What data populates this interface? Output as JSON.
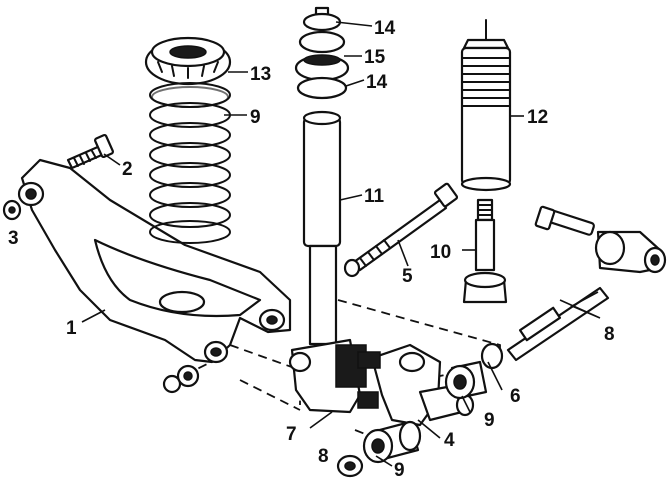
{
  "callouts": [
    {
      "id": "c1",
      "text": "1"
    },
    {
      "id": "c2",
      "text": "2"
    },
    {
      "id": "c3",
      "text": "3"
    },
    {
      "id": "c4",
      "text": "4"
    },
    {
      "id": "c5",
      "text": "5"
    },
    {
      "id": "c6",
      "text": "6"
    },
    {
      "id": "c7",
      "text": "7"
    },
    {
      "id": "c8a",
      "text": "8"
    },
    {
      "id": "c8b",
      "text": "8"
    },
    {
      "id": "c9a",
      "text": "9"
    },
    {
      "id": "c9b",
      "text": "9"
    },
    {
      "id": "c9c",
      "text": "9"
    },
    {
      "id": "c10",
      "text": "10"
    },
    {
      "id": "c11",
      "text": "11"
    },
    {
      "id": "c12",
      "text": "12"
    },
    {
      "id": "c13",
      "text": "13"
    },
    {
      "id": "c14a",
      "text": "14"
    },
    {
      "id": "c14b",
      "text": "14"
    },
    {
      "id": "c15",
      "text": "15"
    }
  ]
}
